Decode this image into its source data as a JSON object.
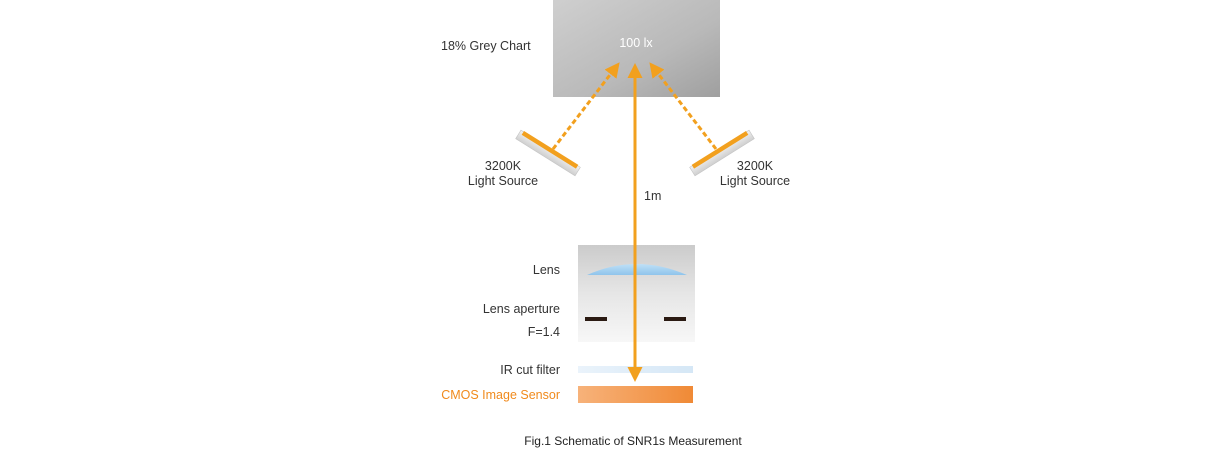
{
  "chart": {
    "label": "18% Grey Chart",
    "illuminance": "100 lx"
  },
  "light_source_left": {
    "line1": "3200K",
    "line2": "Light Source"
  },
  "light_source_right": {
    "line1": "3200K",
    "line2": "Light Source"
  },
  "distance": "1m",
  "camera": {
    "lens": "Lens",
    "aperture_label": "Lens aperture",
    "aperture_value": "F=1.4"
  },
  "ir_filter": "IR cut filter",
  "sensor": "CMOS Image Sensor",
  "caption": "Fig.1 Schematic of SNR1s Measurement",
  "colors": {
    "beam": "#f2a01e",
    "sensor_text": "#f08a1c",
    "grey_chart": "#b8b8b8",
    "lens": "#a9d3f2",
    "ir_filter": "#dcebf8"
  }
}
